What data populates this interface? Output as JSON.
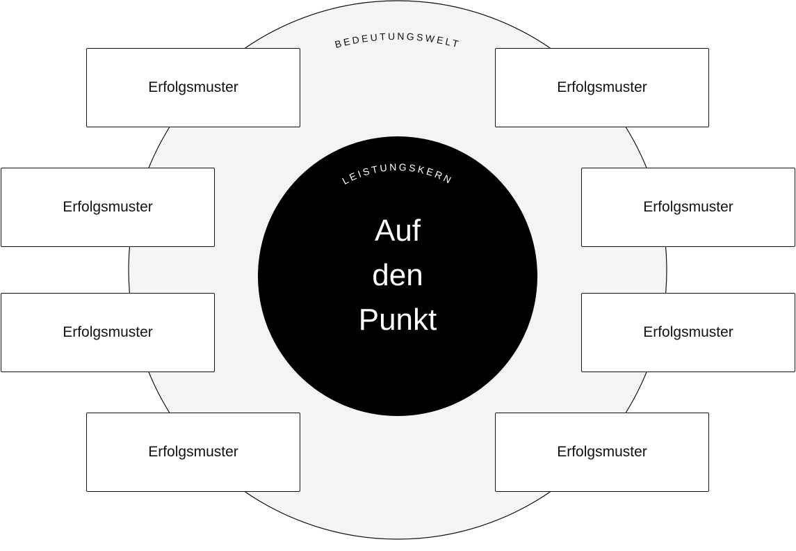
{
  "outer_label": "BEDEUTUNGSWELT",
  "core": {
    "label": "LEISTUNGSKERN",
    "title_lines": [
      "Auf",
      "den",
      "Punkt"
    ]
  },
  "boxes": [
    {
      "label": "Erfolgsmuster"
    },
    {
      "label": "Erfolgsmuster"
    },
    {
      "label": "Erfolgsmuster"
    },
    {
      "label": "Erfolgsmuster"
    },
    {
      "label": "Erfolgsmuster"
    },
    {
      "label": "Erfolgsmuster"
    },
    {
      "label": "Erfolgsmuster"
    },
    {
      "label": "Erfolgsmuster"
    }
  ],
  "colors": {
    "outer_fill": "#f4f4f4",
    "core_fill": "#000000",
    "stroke": "#111111"
  }
}
